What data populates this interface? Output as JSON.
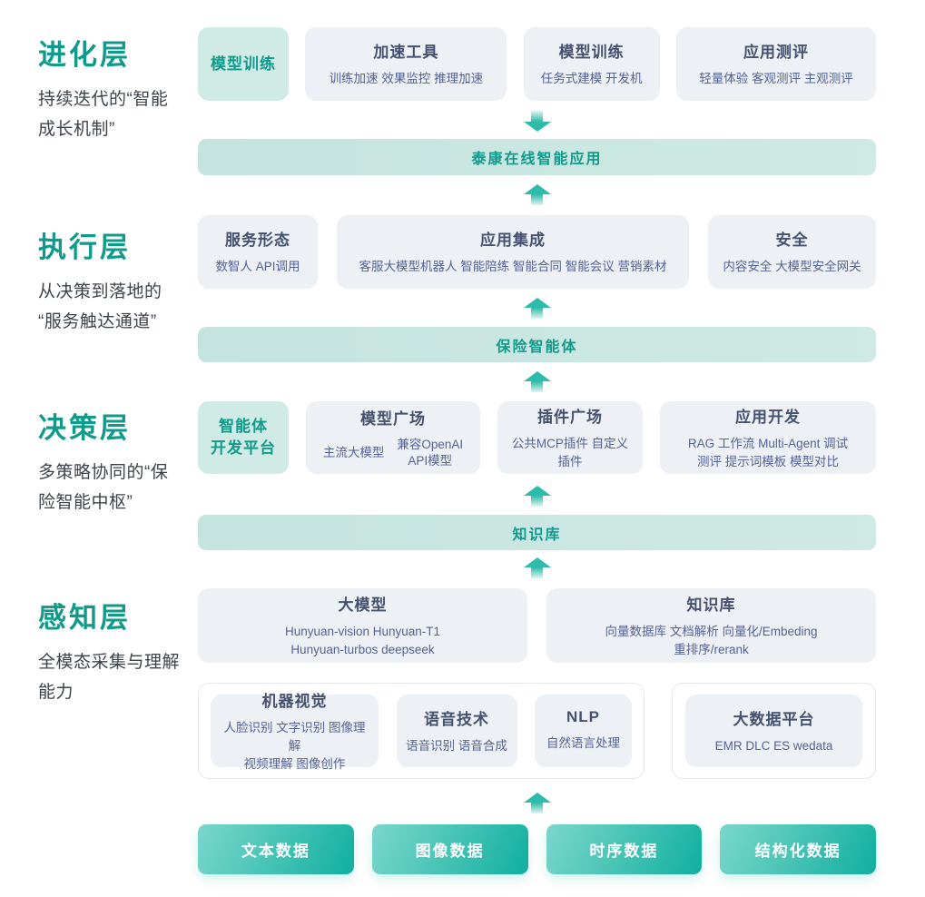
{
  "colors": {
    "accent_green": "#0f9a8b",
    "card_background": "#edf0f5",
    "card_title_text": "#44516f",
    "card_subtext": "#53639a",
    "teal_card_background": "#d0eae6",
    "banner_background": "#c8e6e1",
    "arrow_teal": "#2dbcab",
    "data_button_gradient_start": "#7bd7cc",
    "data_button_gradient_end": "#10af9f"
  },
  "sections": {
    "evolution": {
      "title": "进化层",
      "subtitle": [
        "持续迭代的“智能",
        "成长机制”"
      ],
      "highlight_card": "模型训练",
      "cards": [
        {
          "title": "加速工具",
          "sub": "训练加速 效果监控 推理加速"
        },
        {
          "title": "模型训练",
          "sub": "任务式建模 开发机"
        },
        {
          "title": "应用测评",
          "sub": "轻量体验 客观测评 主观测评"
        }
      ],
      "banner": "泰康在线智能应用"
    },
    "execution": {
      "title": "执行层",
      "subtitle": [
        "从决策到落地的",
        "“服务触达通道”"
      ],
      "cards": [
        {
          "title": "服务形态",
          "sub": "数智人 API调用"
        },
        {
          "title": "应用集成",
          "sub": "客服大模型机器人 智能陪练 智能合同 智能会议 营销素材"
        },
        {
          "title": "安全",
          "sub": "内容安全 大模型安全网关"
        }
      ],
      "banner": "保险智能体"
    },
    "decision": {
      "title": "决策层",
      "subtitle": [
        "多策略协同的“保",
        "险智能中枢”"
      ],
      "highlight_card": [
        "智能体",
        "开发平台"
      ],
      "model_plaza": {
        "title": "模型广场",
        "item1": "主流大模型",
        "item2_line1": "兼容OpenAI",
        "item2_line2": "API模型"
      },
      "plugin_plaza": {
        "title": "插件广场",
        "sub": "公共MCP插件 自定义插件"
      },
      "app_dev": {
        "title": "应用开发",
        "sub_line1": "RAG 工作流 Multi-Agent 调试",
        "sub_line2": "测评 提示词模板 模型对比"
      },
      "banner": "知识库"
    },
    "perception": {
      "title": "感知层",
      "subtitle": [
        "全模态采集与理解",
        "能力"
      ],
      "large_model": {
        "title": "大模型",
        "sub_line1": "Hunyuan-vision Hunyuan-T1",
        "sub_line2": "Hunyuan-turbos deepseek"
      },
      "knowledge": {
        "title": "知识库",
        "sub_line1": "向量数据库 文档解析 向量化/Embeding",
        "sub_line2": "重排序/rerank"
      },
      "vision": {
        "title": "机器视觉",
        "sub_line1": "人脸识别 文字识别 图像理解",
        "sub_line2": "视频理解 图像创作"
      },
      "speech": {
        "title": "语音技术",
        "sub": "语音识别 语音合成"
      },
      "nlp": {
        "title": "NLP",
        "sub": "自然语言处理"
      },
      "big_data": {
        "title": "大数据平台",
        "sub": "EMR DLC ES wedata"
      },
      "data_buttons": [
        "文本数据",
        "图像数据",
        "时序数据",
        "结构化数据"
      ]
    }
  }
}
